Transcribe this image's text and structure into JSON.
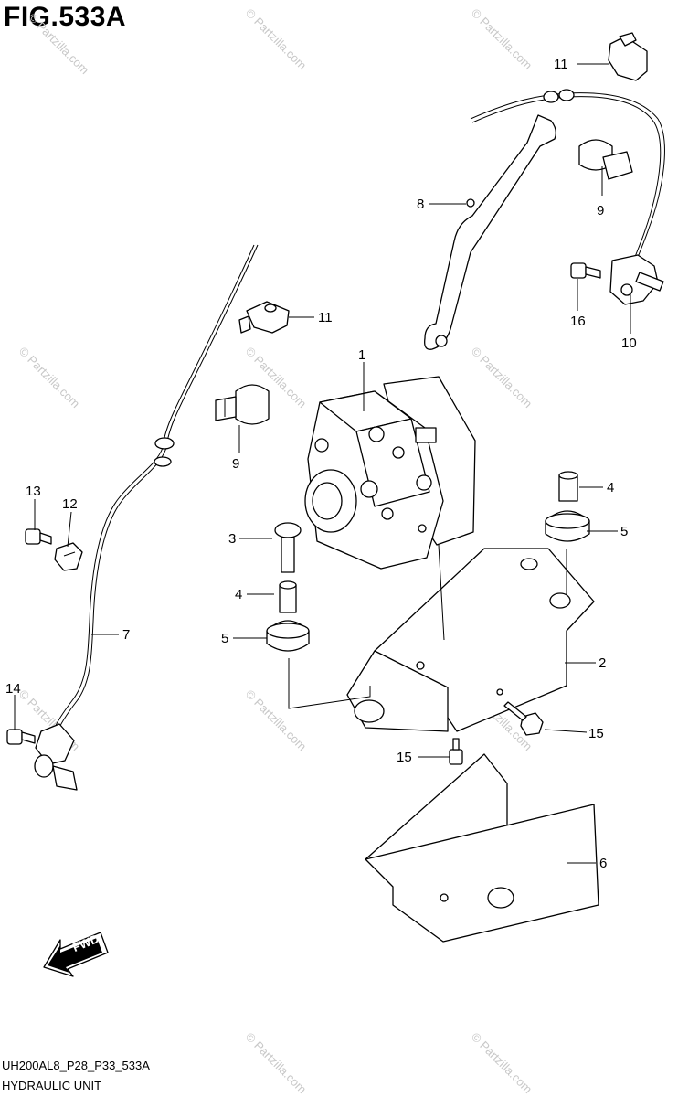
{
  "figure": {
    "title": "FIG.533A",
    "code": "UH200AL8_P28_P33_533A",
    "name": "HYDRAULIC UNIT"
  },
  "watermark": "© Partzilla.com",
  "fwd_label": "FWD",
  "callouts": [
    "1",
    "2",
    "3",
    "4",
    "4",
    "5",
    "5",
    "6",
    "7",
    "8",
    "9",
    "9",
    "10",
    "11",
    "11",
    "12",
    "13",
    "14",
    "15",
    "15",
    "16"
  ]
}
